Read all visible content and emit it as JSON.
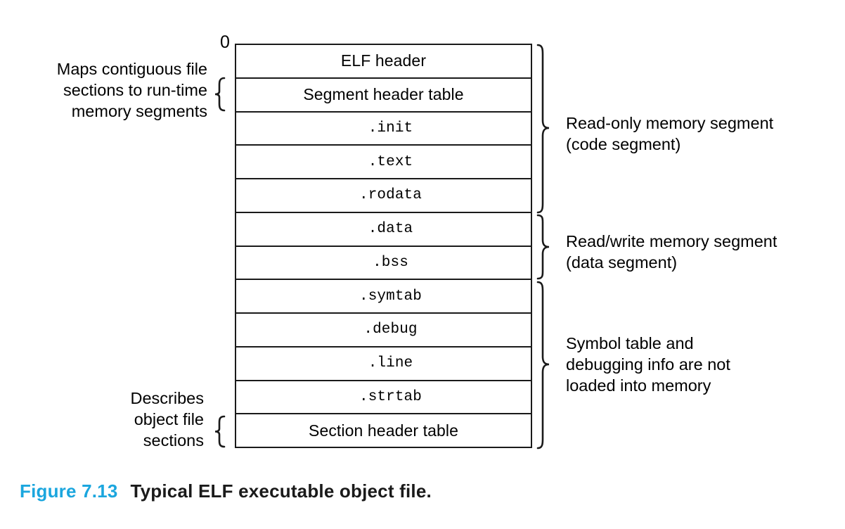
{
  "figure": {
    "origin_label": "0",
    "caption_number": "Figure 7.13",
    "caption_title": "Typical ELF executable object file."
  },
  "table": {
    "rows": [
      {
        "label": "ELF header",
        "style": "sans"
      },
      {
        "label": "Segment header table",
        "style": "sans"
      },
      {
        "label": ".init",
        "style": "mono"
      },
      {
        "label": ".text",
        "style": "mono"
      },
      {
        "label": ".rodata",
        "style": "mono"
      },
      {
        "label": ".data",
        "style": "mono"
      },
      {
        "label": ".bss",
        "style": "mono"
      },
      {
        "label": ".symtab",
        "style": "mono"
      },
      {
        "label": ".debug",
        "style": "mono"
      },
      {
        "label": ".line",
        "style": "mono"
      },
      {
        "label": ".strtab",
        "style": "mono"
      },
      {
        "label": "Section header table",
        "style": "sans"
      }
    ]
  },
  "annotations": {
    "left": [
      {
        "id": "maps-contiguous",
        "text": "Maps contiguous file\nsections to run-time\nmemory segments",
        "targets": [
          "Segment header table"
        ]
      },
      {
        "id": "describes-object-file-sections",
        "text": "Describes\nobject file\nsections",
        "targets": [
          "Section header table"
        ]
      }
    ],
    "right": [
      {
        "id": "read-only-memory-segment",
        "text": "Read-only memory segment\n(code segment)",
        "targets": [
          "ELF header",
          "Segment header table",
          ".init",
          ".text",
          ".rodata"
        ]
      },
      {
        "id": "read-write-memory-segment",
        "text": "Read/write memory segment\n(data segment)",
        "targets": [
          ".data",
          ".bss"
        ]
      },
      {
        "id": "symbol-table-not-loaded",
        "text": "Symbol table and\ndebugging info are not\nloaded into memory",
        "targets": [
          ".symtab",
          ".debug",
          ".line",
          ".strtab",
          "Section header table"
        ]
      }
    ]
  },
  "colors": {
    "accent": "#1BA6DE",
    "ink": "#1a1a1a",
    "background": "#ffffff"
  }
}
